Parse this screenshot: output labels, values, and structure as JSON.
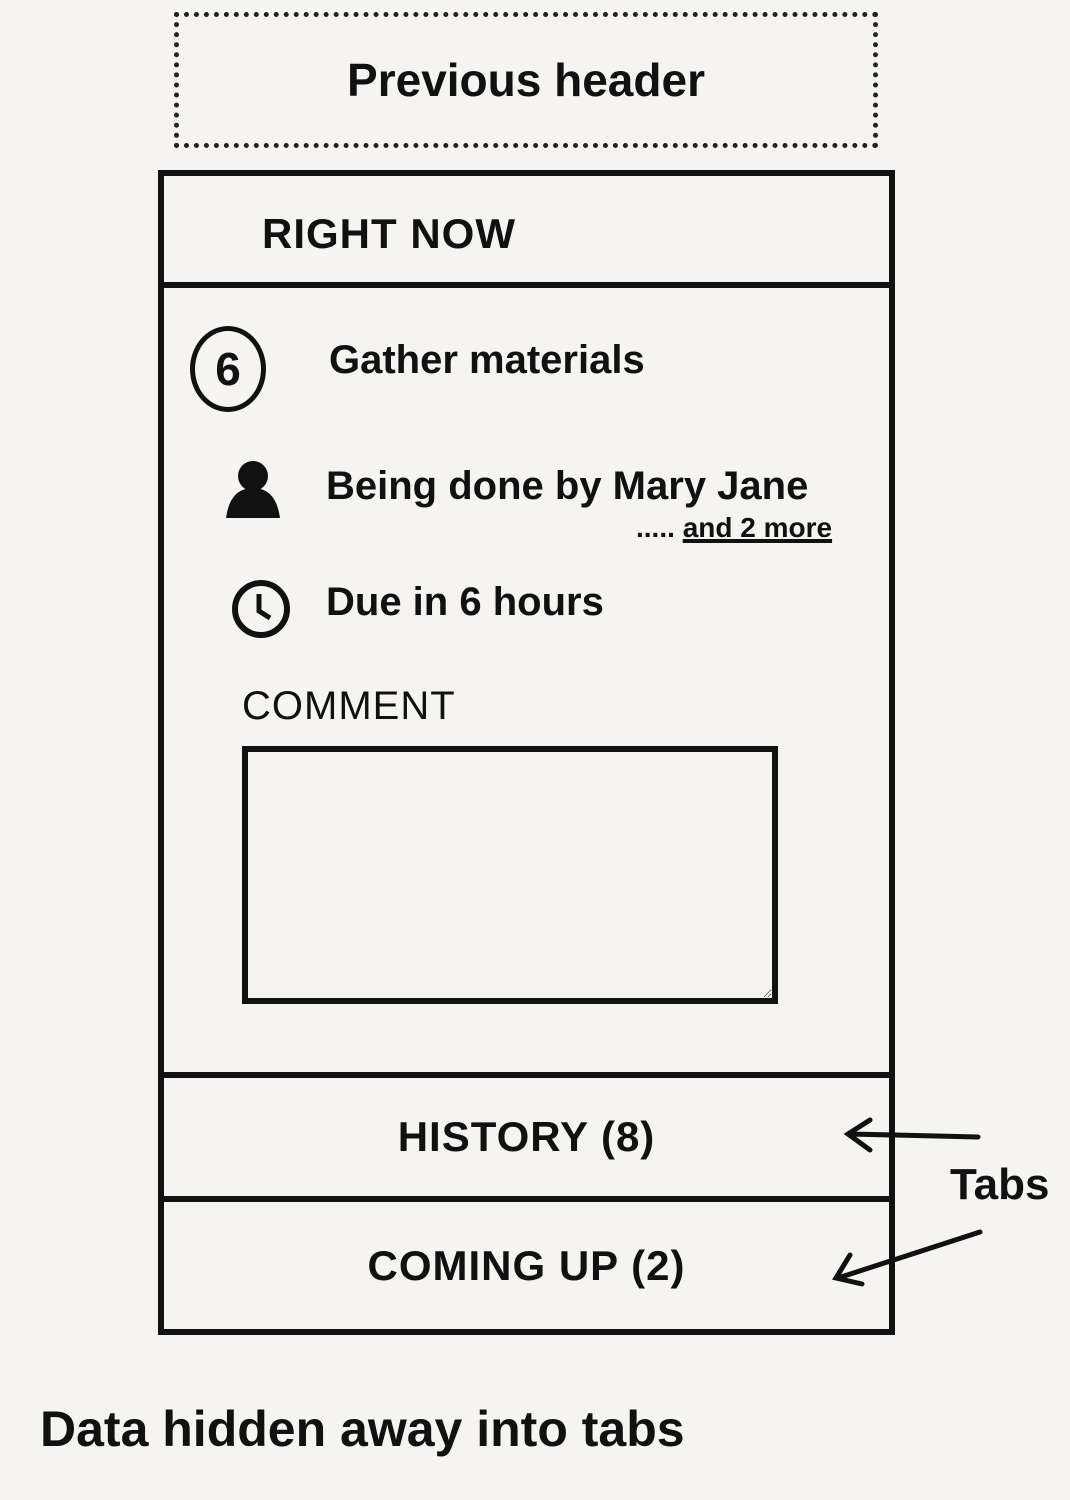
{
  "previous_header": {
    "label": "Previous header"
  },
  "panel": {
    "title": "RIGHT NOW",
    "task": {
      "step_number": "6",
      "name": "Gather materials"
    },
    "assignee": {
      "icon": "person-icon",
      "text": "Being done by Mary Jane",
      "ellipsis": ".....",
      "more_link": "and 2 more"
    },
    "due": {
      "icon": "clock-icon",
      "text": "Due in 6 hours"
    },
    "comment": {
      "label": "COMMENT",
      "value": ""
    }
  },
  "tabs": [
    {
      "label": "HISTORY (8)"
    },
    {
      "label": "COMING UP (2)"
    }
  ],
  "annotations": {
    "tabs_note": "Tabs",
    "caption": "Data hidden away into tabs"
  }
}
